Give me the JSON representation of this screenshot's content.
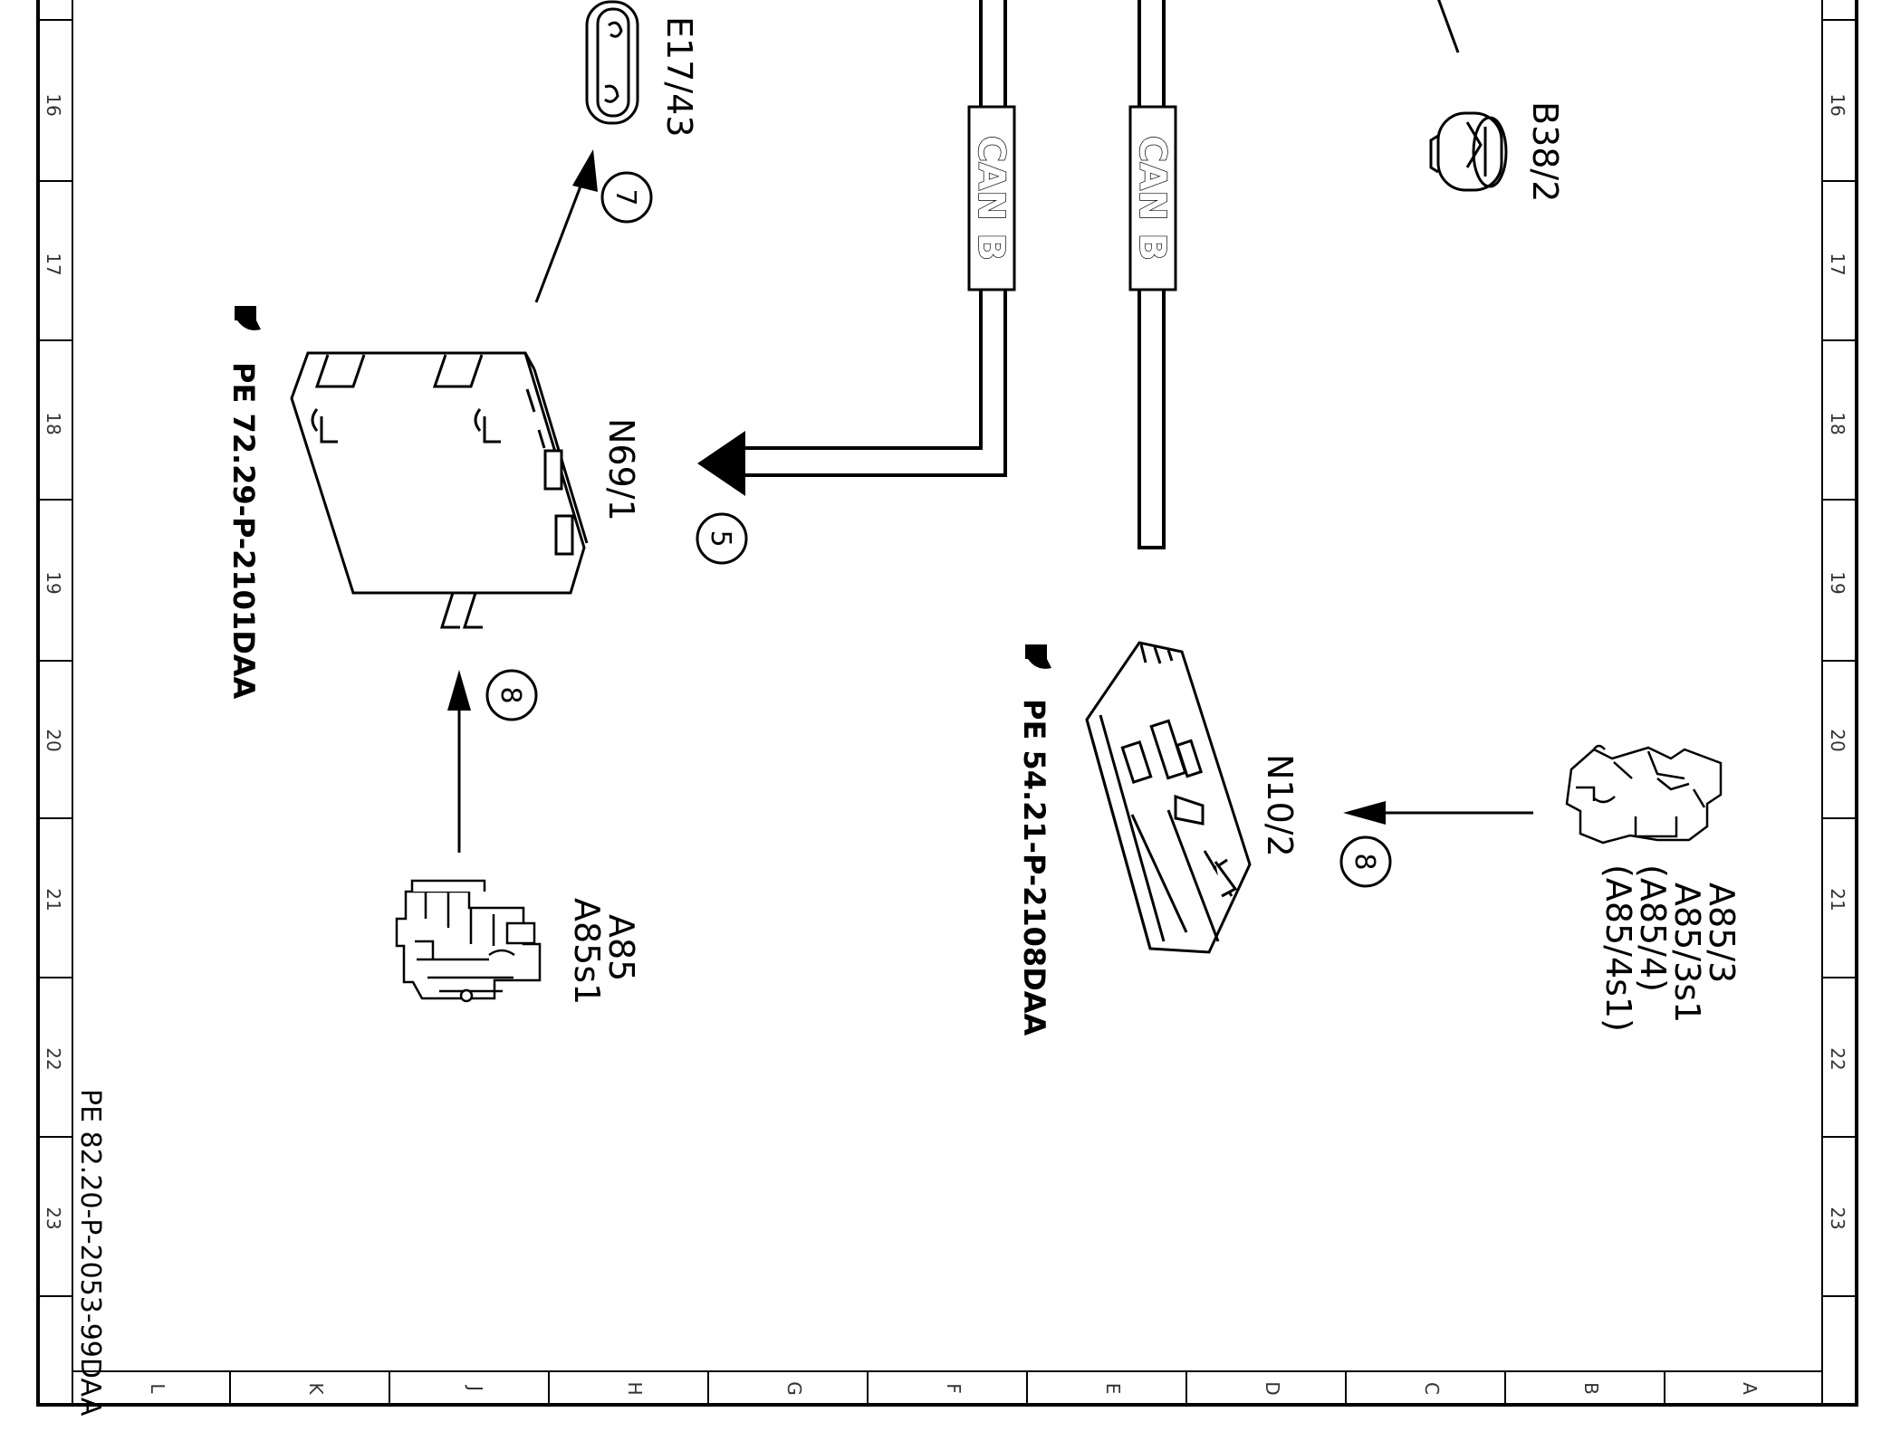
{
  "diagram": {
    "components": {
      "E17_43": "E17/43",
      "B38_2": "B38/2",
      "N69_1": "N69/1",
      "N10_2": "N10/2",
      "A85": "A85",
      "A85s1": "A85s1",
      "A85_3": "A85/3",
      "A85_3s1": "A85/3s1",
      "A85_4": "(A85/4)",
      "A85_4s1": "(A85/4s1)"
    },
    "bus_labels": [
      "CAN B",
      "CAN B"
    ],
    "callouts": [
      "7",
      "5",
      "8",
      "8"
    ],
    "references": {
      "n69": "PE 72.29-P-2101DAA",
      "n10": "PE 54.21-P-2108DAA"
    },
    "footer_code": "PE 82.20-P-2053-99DAA",
    "ruler": {
      "rows": [
        "16",
        "17",
        "18",
        "19",
        "20",
        "21",
        "22",
        "23"
      ],
      "columns": [
        "L",
        "K",
        "J",
        "H",
        "G",
        "F",
        "E",
        "D",
        "C",
        "B",
        "A"
      ]
    }
  }
}
